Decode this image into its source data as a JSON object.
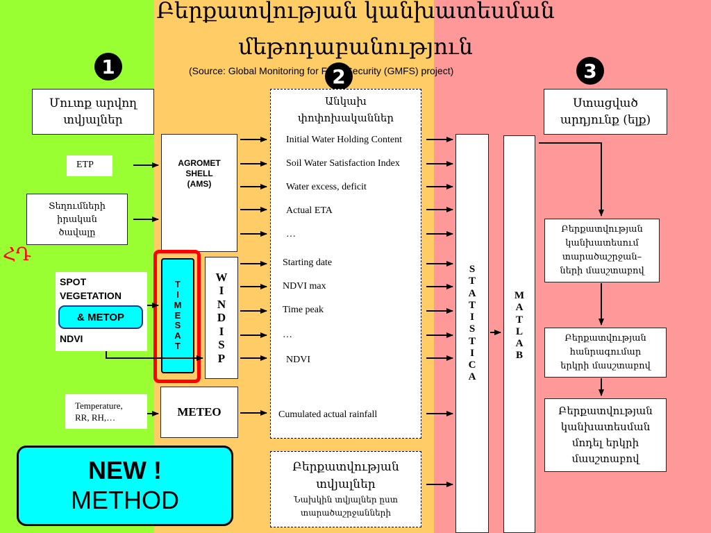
{
  "title_line1": "Բերքատվության կանխատեսման",
  "title_line2": "մեթոդաբանություն",
  "source": "(Source: Global Monitoring for Food Security (GMFS) project)",
  "step_numbers": [
    "1",
    "2",
    "3"
  ],
  "colors": {
    "green": "#99ff33",
    "orange": "#ffcc66",
    "pink": "#ff9999",
    "cyan": "#00ffff",
    "red": "#ff0000"
  },
  "col1": {
    "header": [
      "Մուտք արվող",
      "տվյալներ"
    ],
    "etp": "ETP",
    "tegh": [
      "Տեղումների",
      "իրական",
      "ծավալը"
    ],
    "hd": "ՀԴ",
    "spot_line1": "SPOT",
    "spot_line2": "VEGETATION",
    "metop": "& METOP",
    "ndvi": "NDVI",
    "temp_line1": "Temperature,",
    "temp_line2": "RR, RH,…",
    "new_line1": "NEW !",
    "new_line2": "METHOD"
  },
  "tools": {
    "agromet": [
      "AGROMET",
      "SHELL",
      "(AMS)"
    ],
    "timesat": [
      "T",
      "I",
      "M",
      "E",
      "S",
      "A",
      "T"
    ],
    "windisp": [
      "W",
      "I",
      "N",
      "D",
      "I",
      "S",
      "P"
    ],
    "meteo": "METEO"
  },
  "col2": {
    "header": [
      "Անկախ",
      "փոփոխականներ"
    ],
    "params": [
      "Initial Water Holding Content",
      "Soil Water Satisfaction Index",
      "Water excess, deficit",
      "Actual ETA",
      "…",
      "Starting date",
      "NDVI max",
      "Time peak",
      "…",
      "NDVI",
      "Cumulated actual rainfall"
    ],
    "yield_title": [
      "Բերքատվության",
      "տվյալներ"
    ],
    "yield_sub": [
      "Նախկին տվյալներ ըստ",
      "տարածաշրջանների"
    ]
  },
  "statistica": [
    "S",
    "T",
    "A",
    "T",
    "I",
    "S",
    "T",
    "I",
    "C",
    "A"
  ],
  "matlab": [
    "M",
    "A",
    "T",
    "L",
    "A",
    "B"
  ],
  "col3": {
    "header": [
      "Ստացված",
      "արդյունք (ելք)"
    ],
    "out1": [
      "Բերքատվության",
      "կանխատեսում",
      "տարածաշրջան–",
      "ների մասշտաբով"
    ],
    "out2": [
      "Բերքատվության",
      "հանրագումար",
      "երկրի մասշտաբով"
    ],
    "out3": [
      "Բերքատվության",
      "կանխատեսման",
      "մոդել երկրի",
      "մասշտաբով"
    ]
  }
}
